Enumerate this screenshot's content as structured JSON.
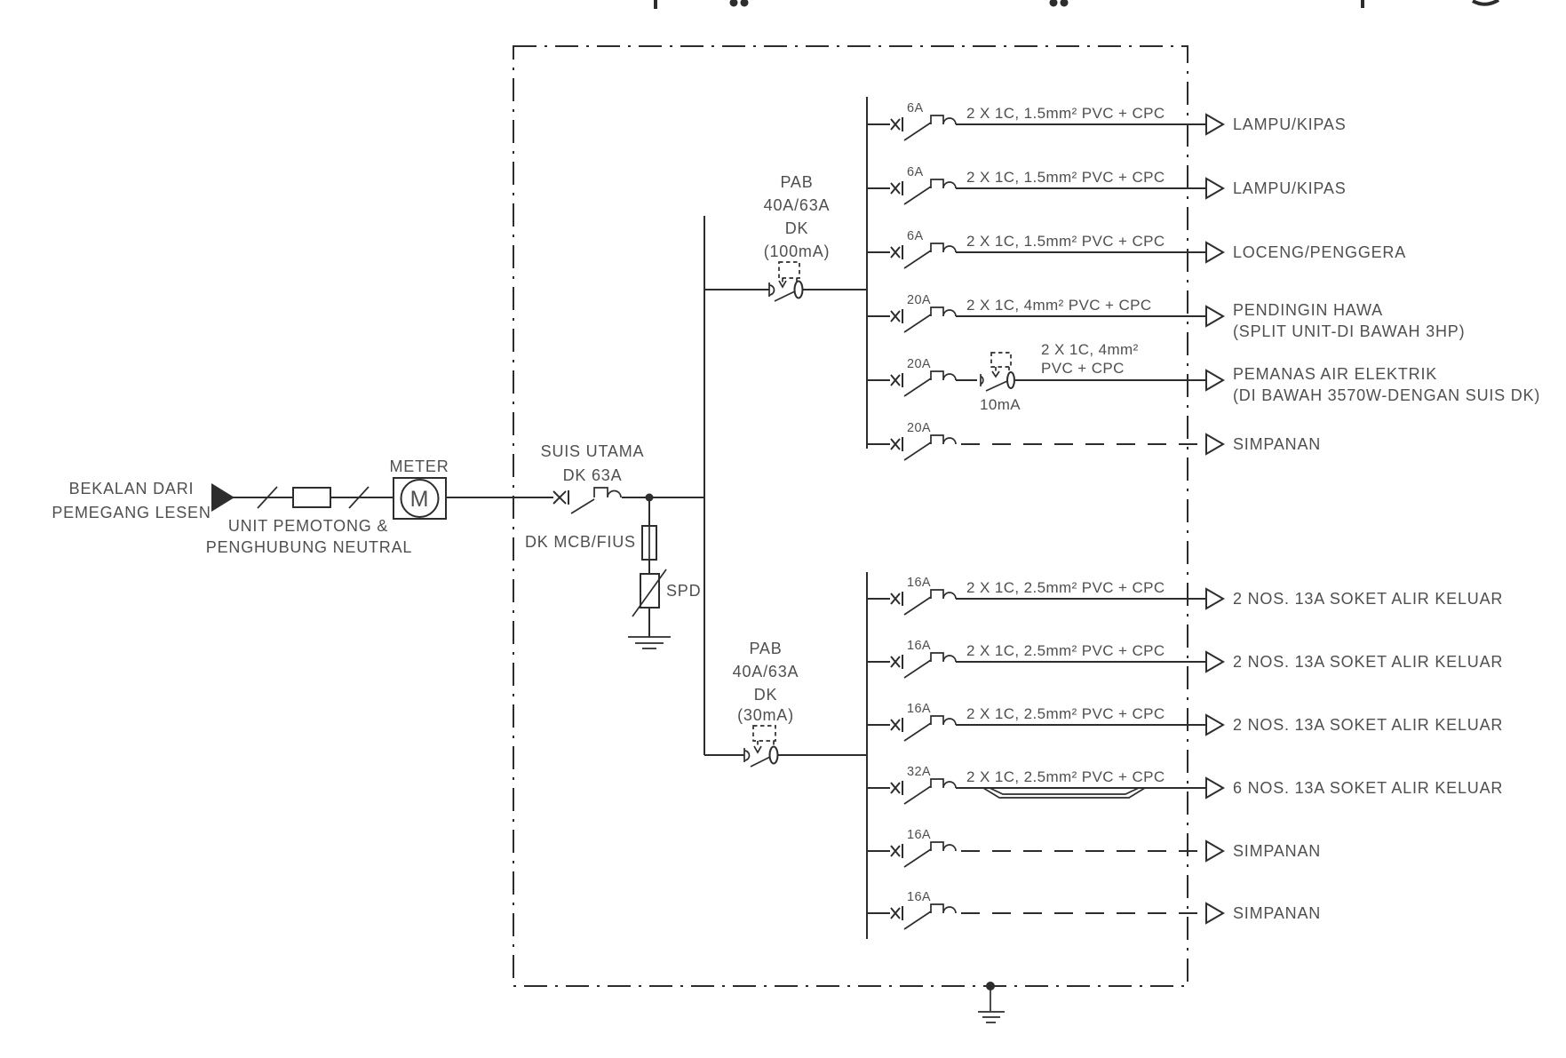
{
  "diagram": {
    "supply": {
      "line1": "BEKALAN DARI",
      "line2": "PEMEGANG LESEN"
    },
    "cutout": {
      "line1": "UNIT PEMOTONG &",
      "line2": "PENGHUBUNG NEUTRAL"
    },
    "meter": {
      "label": "METER",
      "symbol": "M"
    },
    "main_switch": {
      "line1": "SUIS UTAMA",
      "line2": "DK 63A"
    },
    "dk_mcb_fuse_label": "DK MCB/FIUS",
    "spd_label": "SPD",
    "pab_upper": {
      "name": "PAB",
      "rating": "40A/63A",
      "type": "DK",
      "sensitivity": "(100mA)"
    },
    "pab_lower": {
      "name": "PAB",
      "rating": "40A/63A",
      "type": "DK",
      "sensitivity": "(30mA)"
    },
    "water_heater_rcd": "10mA",
    "upper_circuits": [
      {
        "rating": "6A",
        "cable": "2 X 1C, 1.5mm² PVC + CPC",
        "load": "LAMPU/KIPAS"
      },
      {
        "rating": "6A",
        "cable": "2 X 1C, 1.5mm² PVC + CPC",
        "load": "LAMPU/KIPAS"
      },
      {
        "rating": "6A",
        "cable": "2 X 1C, 1.5mm² PVC + CPC",
        "load": "LOCENG/PENGGERA"
      },
      {
        "rating": "20A",
        "cable": "2 X 1C, 4mm² PVC + CPC",
        "load": "PENDINGIN HAWA",
        "load2": "(SPLIT UNIT-DI BAWAH 3HP)"
      },
      {
        "rating": "20A",
        "cable": "2 X 1C, 4mm²",
        "cable2": "PVC + CPC",
        "load": "PEMANAS AIR ELEKTRIK",
        "load2": "(DI BAWAH 3570W-DENGAN SUIS DK)"
      },
      {
        "rating": "20A",
        "load": "SIMPANAN"
      }
    ],
    "lower_circuits": [
      {
        "rating": "16A",
        "cable": "2 X 1C, 2.5mm² PVC + CPC",
        "load": "2 NOS. 13A SOKET ALIR KELUAR"
      },
      {
        "rating": "16A",
        "cable": "2 X 1C, 2.5mm² PVC + CPC",
        "load": "2 NOS. 13A SOKET ALIR KELUAR"
      },
      {
        "rating": "16A",
        "cable": "2 X 1C, 2.5mm² PVC + CPC",
        "load": "2 NOS. 13A SOKET ALIR KELUAR"
      },
      {
        "rating": "32A",
        "cable": "2 X 1C, 2.5mm² PVC + CPC",
        "load": "6 NOS. 13A SOKET ALIR KELUAR"
      },
      {
        "rating": "16A",
        "load": "SIMPANAN"
      },
      {
        "rating": "16A",
        "load": "SIMPANAN"
      }
    ]
  }
}
